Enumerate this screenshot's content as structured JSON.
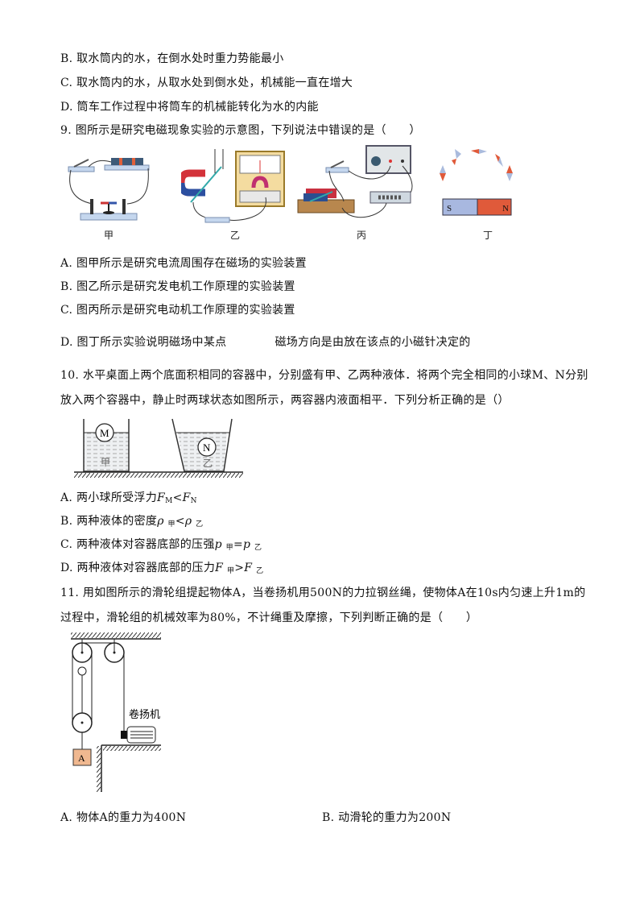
{
  "q8": {
    "options": [
      {
        "label": "B.",
        "text": "取水筒内的水，在倒水处时重力势能最小"
      },
      {
        "label": "C.",
        "text": "取水筒内的水，从取水处到倒水处，机械能一直在增大"
      },
      {
        "label": "D.",
        "text": "筒车工作过程中将筒车的机械能转化为水的内能"
      }
    ]
  },
  "q9": {
    "stem": "9. 图所示是研究电磁现象实验的示意图，下列说法中错误的是（　　）",
    "figures": [
      {
        "caption": "甲"
      },
      {
        "caption": "乙"
      },
      {
        "caption": "丙"
      },
      {
        "caption": "丁",
        "magnet_s": "S",
        "magnet_n": "N"
      }
    ],
    "options": [
      {
        "label": "A.",
        "text": "图甲所示是研究电流周围存在磁场的实验装置"
      },
      {
        "label": "B.",
        "text": "图乙所示是研究发电机工作原理的实验装置"
      },
      {
        "label": "C.",
        "text": "图丙所示是研究电动机工作原理的实验装置"
      },
      {
        "label": "D.",
        "text_a": "图丁所示实验说明磁场中某点",
        "text_b": "磁场方向是由放在该点的小磁针决定的"
      }
    ]
  },
  "q10": {
    "stem_line1": "10. 水平桌面上两个底面积相同的容器中，分别盛有甲、乙两种液体．将两个完全相同的小球M、N分别",
    "stem_line2": "放入两个容器中，静止时两球状态如图所示，两容器内液面相平．下列分析正确的是（）",
    "figure": {
      "ball_left": "M",
      "liquid_left": "甲",
      "ball_right": "N",
      "liquid_right": "乙"
    },
    "options": [
      {
        "label": "A.",
        "text": "两小球所受浮力",
        "var1": "F",
        "sub1": "M",
        "op": "<",
        "var2": "F",
        "sub2": "N"
      },
      {
        "label": "B.",
        "text": "两种液体的密度",
        "var1": "ρ",
        "sub1": "甲",
        "op": "<",
        "var2": "ρ",
        "sub2": "乙"
      },
      {
        "label": "C.",
        "text": "两种液体对容器底部的压强",
        "var1": "p",
        "sub1": "甲",
        "op": "=",
        "var2": "p",
        "sub2": "乙"
      },
      {
        "label": "D.",
        "text": "两种液体对容器底部的压力",
        "var1": "F",
        "sub1": "甲",
        "op": ">",
        "var2": "F",
        "sub2": "乙"
      }
    ]
  },
  "q11": {
    "stem_line1": "11. 用如图所示的滑轮组提起物体A，当卷扬机用500N的力拉钢丝绳，使物体A在10s内匀速上升1m的",
    "stem_line2": "过程中，滑轮组的机械效率为80%，不计绳重及摩擦，下列判断正确的是（　　）",
    "figure": {
      "winch_label": "卷扬机",
      "block_label": "A"
    },
    "options": [
      {
        "label": "A.",
        "text": "物体A的重力为400N"
      },
      {
        "label": "B.",
        "text": "动滑轮的重力为200N"
      }
    ]
  }
}
